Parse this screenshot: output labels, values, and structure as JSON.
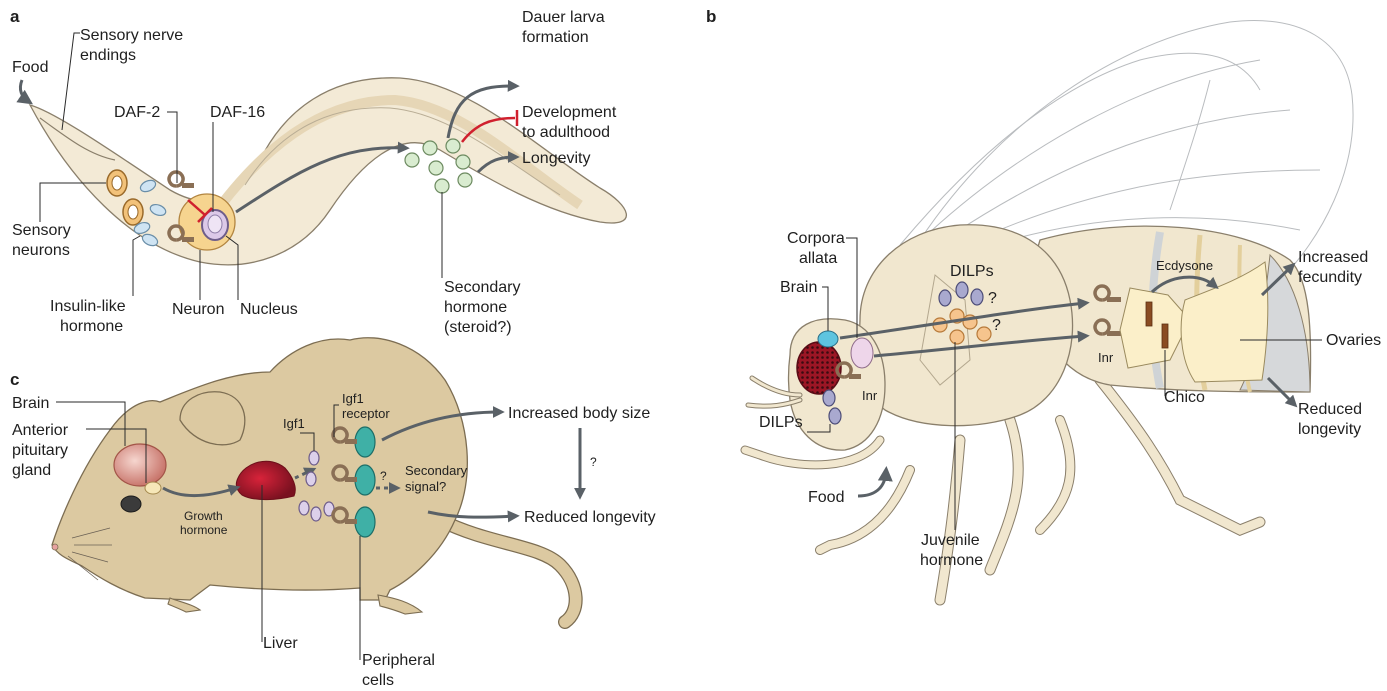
{
  "panels": {
    "a": "a",
    "b": "b",
    "c": "c"
  },
  "worm": {
    "food": "Food",
    "sensory_nerve_endings_1": "Sensory nerve",
    "sensory_nerve_endings_2": "endings",
    "daf2": "DAF-2",
    "daf16": "DAF-16",
    "sensory_neurons_1": "Sensory",
    "sensory_neurons_2": "neurons",
    "insulin_like_hormone_1": "Insulin-like",
    "insulin_like_hormone_2": "hormone",
    "neuron": "Neuron",
    "nucleus": "Nucleus",
    "dauer_1": "Dauer larva",
    "dauer_2": "formation",
    "development_1": "Development",
    "development_2": "to adulthood",
    "longevity": "Longevity",
    "secondary_hormone_1": "Secondary",
    "secondary_hormone_2": "hormone",
    "secondary_hormone_3": "(steroid?)"
  },
  "fly": {
    "corpora_allata_1": "Corpora",
    "corpora_allata_2": "allata",
    "brain": "Brain",
    "dilps_top": "DILPs",
    "q1": "?",
    "q2": "?",
    "ecdysone": "Ecdysone",
    "increased_fecundity_1": "Increased",
    "increased_fecundity_2": "fecundity",
    "ovaries": "Ovaries",
    "inr_head": "Inr",
    "inr_abdomen": "Inr",
    "chico": "Chico",
    "reduced_longevity_1": "Reduced",
    "reduced_longevity_2": "longevity",
    "dilps_bottom": "DILPs",
    "food": "Food",
    "juvenile_hormone_1": "Juvenile",
    "juvenile_hormone_2": "hormone"
  },
  "mouse": {
    "brain": "Brain",
    "anterior_pituitary_1": "Anterior",
    "anterior_pituitary_2": "pituitary",
    "anterior_pituitary_3": "gland",
    "igf1": "Igf1",
    "igf1_receptor_1": "Igf1",
    "igf1_receptor_2": "receptor",
    "increased_body_size": "Increased body size",
    "q": "?",
    "q2": "?",
    "secondary_signal_1": "Secondary",
    "secondary_signal_2": "signal?",
    "reduced_longevity": "Reduced longevity",
    "growth_hormone_1": "Growth",
    "growth_hormone_2": "hormone",
    "liver": "Liver",
    "peripheral_1": "Peripheral",
    "peripheral_2": "cells"
  },
  "colors": {
    "arrow": "#5a6167",
    "inhibition": "#d0202e",
    "receptor": "#8a6f55"
  }
}
